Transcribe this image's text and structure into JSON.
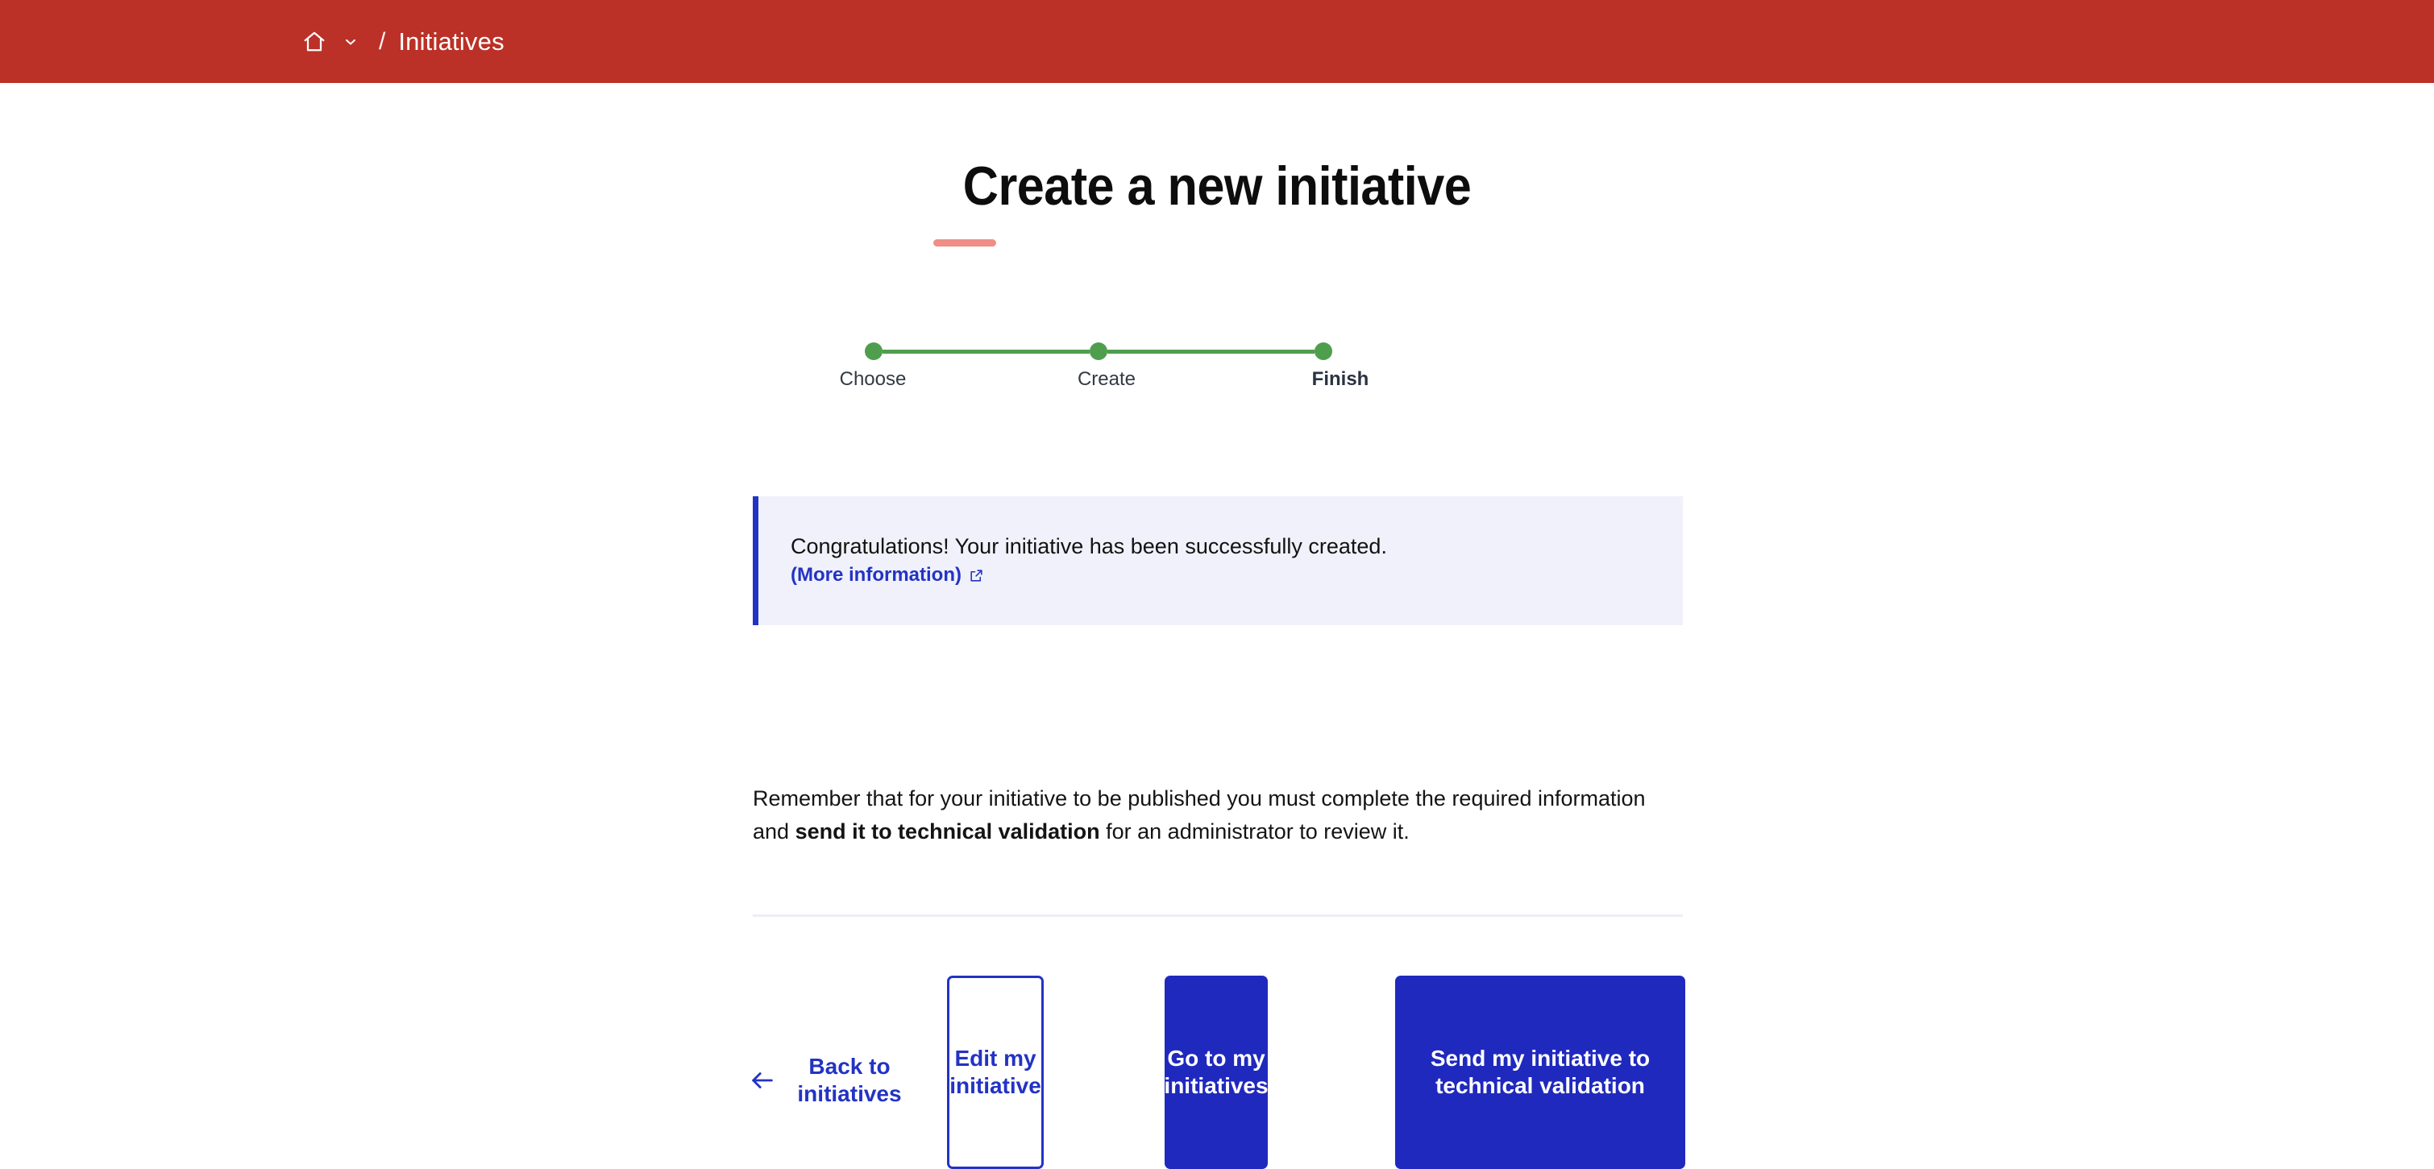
{
  "topbar": {
    "background_color": "#bb3127",
    "home_icon": "home-icon",
    "caret_icon": "chevron-down-icon",
    "separator": "/",
    "current_crumb": "Initiatives"
  },
  "header": {
    "title": "Create a new initiative",
    "underline_color": "#ef8e85"
  },
  "stepper": {
    "accent_color": "#4e9e4e",
    "current_index": 2,
    "steps": [
      {
        "label": "Choose"
      },
      {
        "label": "Create"
      },
      {
        "label": "Finish"
      }
    ]
  },
  "callout": {
    "accent_color": "#2333c4",
    "background_color": "#f0f1fa",
    "message": "Congratulations! Your initiative has been successfully created.",
    "link_label": "(More information)",
    "link_icon": "external-link-icon"
  },
  "body": {
    "paragraph_part1": "Remember that for your initiative to be published you must complete the required information and ",
    "paragraph_bold": "send it to technical validation",
    "paragraph_part2": " for an administrator to review it."
  },
  "actions": {
    "back_icon": "arrow-left-icon",
    "back_label": "Back to initiatives",
    "edit_label": "Edit my initiative",
    "goto_label": "Go to my initiatives",
    "send_label": "Send my initiative to technical validation",
    "primary_color": "#2029bd",
    "outline_color": "#2333c4"
  }
}
